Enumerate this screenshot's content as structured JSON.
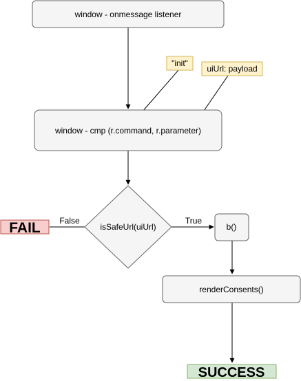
{
  "nodes": {
    "listener": "window - onmessage listener",
    "cmp": "window - cmp (r.command, r.parameter)",
    "decision": "isSafeUrl(uiUrl)",
    "b": "b()",
    "render": "renderConsents()",
    "fail": "FAIL",
    "success": "SUCCESS"
  },
  "notes": {
    "init": "\"init\"",
    "uiurl": "uiUrl: payload"
  },
  "edges": {
    "false_label": "False",
    "true_label": "True"
  },
  "colors": {
    "box_fill": "#f5f5f5",
    "box_stroke": "#666666",
    "note_fill": "#fff2cc",
    "note_stroke": "#d6b656",
    "fail_fill": "#f8cecc",
    "fail_stroke": "#b85450",
    "success_fill": "#d5e8d4",
    "success_stroke": "#82b366"
  }
}
